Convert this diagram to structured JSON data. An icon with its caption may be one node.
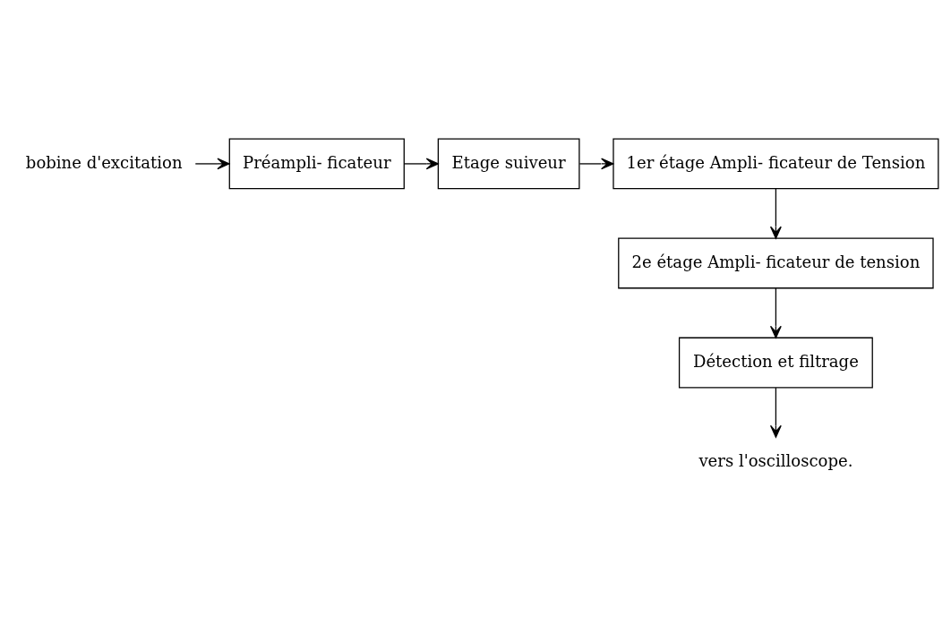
{
  "diagram": {
    "nodes": [
      {
        "text": [
          "bobine d'excitation"
        ]
      },
      {
        "text": [
          "Préampli- ficateur"
        ]
      },
      {
        "text": [
          "Etage suiveur"
        ]
      },
      {
        "text": [
          "1er étage Ampli- ficateur de Tension"
        ]
      },
      {
        "text": [
          "2e étage Ampli- ficateur de tension"
        ]
      },
      {
        "text": [
          "Détection et filtrage"
        ]
      },
      {
        "text": [
          "vers l'oscilloscope."
        ]
      }
    ],
    "edges": [
      {
        "from": 0,
        "to": 1,
        "arrow": "to"
      },
      {
        "from": 1,
        "to": 2,
        "arrow": "to"
      },
      {
        "from": 2,
        "to": 3,
        "arrow": "to"
      },
      {
        "from": 3,
        "to": 4,
        "arrow": "to"
      },
      {
        "from": 4,
        "to": 5,
        "arrow": "to"
      },
      {
        "from": 5,
        "to": 6,
        "arrow": "to"
      }
    ]
  }
}
